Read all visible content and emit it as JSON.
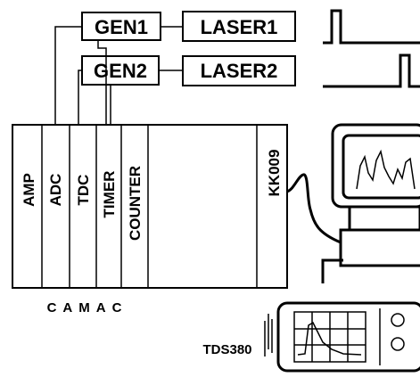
{
  "generators": [
    {
      "gen": "GEN1",
      "laser": "LASER1"
    },
    {
      "gen": "GEN2",
      "laser": "LASER2"
    }
  ],
  "crate": {
    "label": "CAMAC",
    "modules": [
      "AMP",
      "ADC",
      "TDC",
      "TIMER",
      "COUNTER"
    ],
    "controller": "KK009"
  },
  "scope": {
    "label": "TDS380"
  }
}
